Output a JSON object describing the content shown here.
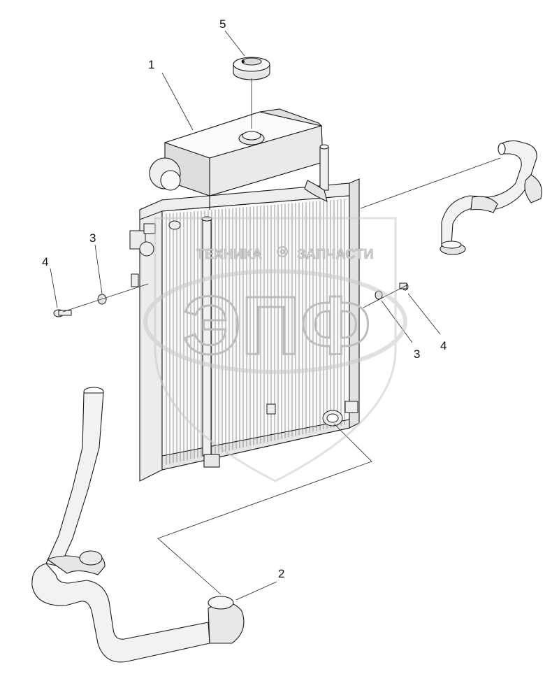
{
  "diagram": {
    "callouts": [
      {
        "id": "c1",
        "label": "1"
      },
      {
        "id": "c2",
        "label": "2"
      },
      {
        "id": "c3a",
        "label": "3"
      },
      {
        "id": "c3b",
        "label": "3"
      },
      {
        "id": "c4a",
        "label": "4"
      },
      {
        "id": "c4b",
        "label": "4"
      },
      {
        "id": "c5",
        "label": "5"
      }
    ],
    "watermark": {
      "company_text": "ТЕХНИКА",
      "parts_text": "ЗАПЧАСТИ",
      "logo_text": "ЭПФ"
    }
  },
  "colors": {
    "line": "#1a1a1a",
    "part_fill": "#f4f4f4",
    "shade": "#d8d8d8",
    "watermark": "#c8c8c8"
  }
}
